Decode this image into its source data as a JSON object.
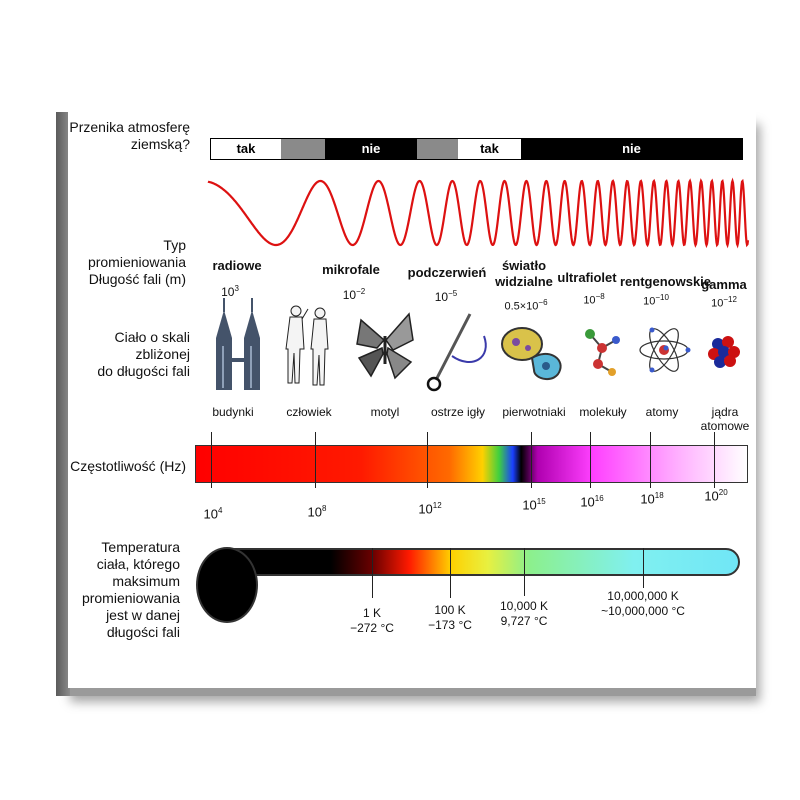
{
  "labels": {
    "atmosphere": [
      "Przenika atmosferę",
      "ziemską?"
    ],
    "radiation_type": [
      "Typ",
      "promieniowania"
    ],
    "wavelength": "Długość fali (m)",
    "body_scale": [
      "Ciało o skali",
      "zbliżonej",
      "do długości fali"
    ],
    "frequency": "Częstotliwość (Hz)",
    "temperature": [
      "Temperatura",
      "ciała, którego",
      "maksimum",
      "promieniowania",
      "jest w danej",
      "długości fali"
    ]
  },
  "atmosphere_bar": [
    {
      "text": "tak",
      "fill": "#ffffff",
      "color": "#000000"
    },
    {
      "text": "",
      "fill": "#8a8a8a",
      "color": "#000000"
    },
    {
      "text": "nie",
      "fill": "#000000",
      "color": "#ffffff"
    },
    {
      "text": "",
      "fill": "#8a8a8a",
      "color": "#000000"
    },
    {
      "text": "tak",
      "fill": "#ffffff",
      "color": "#000000"
    },
    {
      "text": "nie",
      "fill": "#000000",
      "color": "#ffffff"
    }
  ],
  "categories": [
    {
      "name": "radiowe",
      "wl_base": "10",
      "wl_exp": "3"
    },
    {
      "name": "mikrofale",
      "wl_base": "10",
      "wl_exp": "−2"
    },
    {
      "name": "podczerwień",
      "wl_base": "10",
      "wl_exp": "−5"
    },
    {
      "name": "światło widzialne",
      "wl_base": "0.5×10",
      "wl_exp": "−6"
    },
    {
      "name": "ultrafiolet",
      "wl_base": "10",
      "wl_exp": "−8"
    },
    {
      "name": "rentgenowskie",
      "wl_base": "10",
      "wl_exp": "−10"
    },
    {
      "name": "gamma",
      "wl_base": "10",
      "wl_exp": "−12"
    }
  ],
  "objects": [
    {
      "name": "budynki",
      "icon": "buildings-icon"
    },
    {
      "name": "człowiek",
      "icon": "humans-icon"
    },
    {
      "name": "motyl",
      "icon": "butterfly-icon"
    },
    {
      "name": "ostrze igły",
      "icon": "needle-icon"
    },
    {
      "name": "pierwotniaki",
      "icon": "protozoa-icon"
    },
    {
      "name": "molekuły",
      "icon": "molecule-icon"
    },
    {
      "name": "atomy",
      "icon": "atom-icon"
    },
    {
      "name": "jądra atomowe",
      "icon": "nucleus-icon"
    }
  ],
  "frequency_ticks": [
    {
      "base": "10",
      "exp": "4"
    },
    {
      "base": "10",
      "exp": "8"
    },
    {
      "base": "10",
      "exp": "12"
    },
    {
      "base": "10",
      "exp": "15"
    },
    {
      "base": "10",
      "exp": "16"
    },
    {
      "base": "10",
      "exp": "18"
    },
    {
      "base": "10",
      "exp": "20"
    }
  ],
  "temperature_ticks": [
    {
      "kelvin": "1 K",
      "celsius": "−272 °C"
    },
    {
      "kelvin": "100 K",
      "celsius": "−173 °C"
    },
    {
      "kelvin": "10,000 K",
      "celsius": "9,727 °C"
    },
    {
      "kelvin": "10,000,000 K",
      "celsius": "~10,000,000 °C"
    }
  ],
  "colors": {
    "wave": "#dd1111",
    "bar_black": "#000000",
    "bar_gray": "#8a8a8a"
  }
}
